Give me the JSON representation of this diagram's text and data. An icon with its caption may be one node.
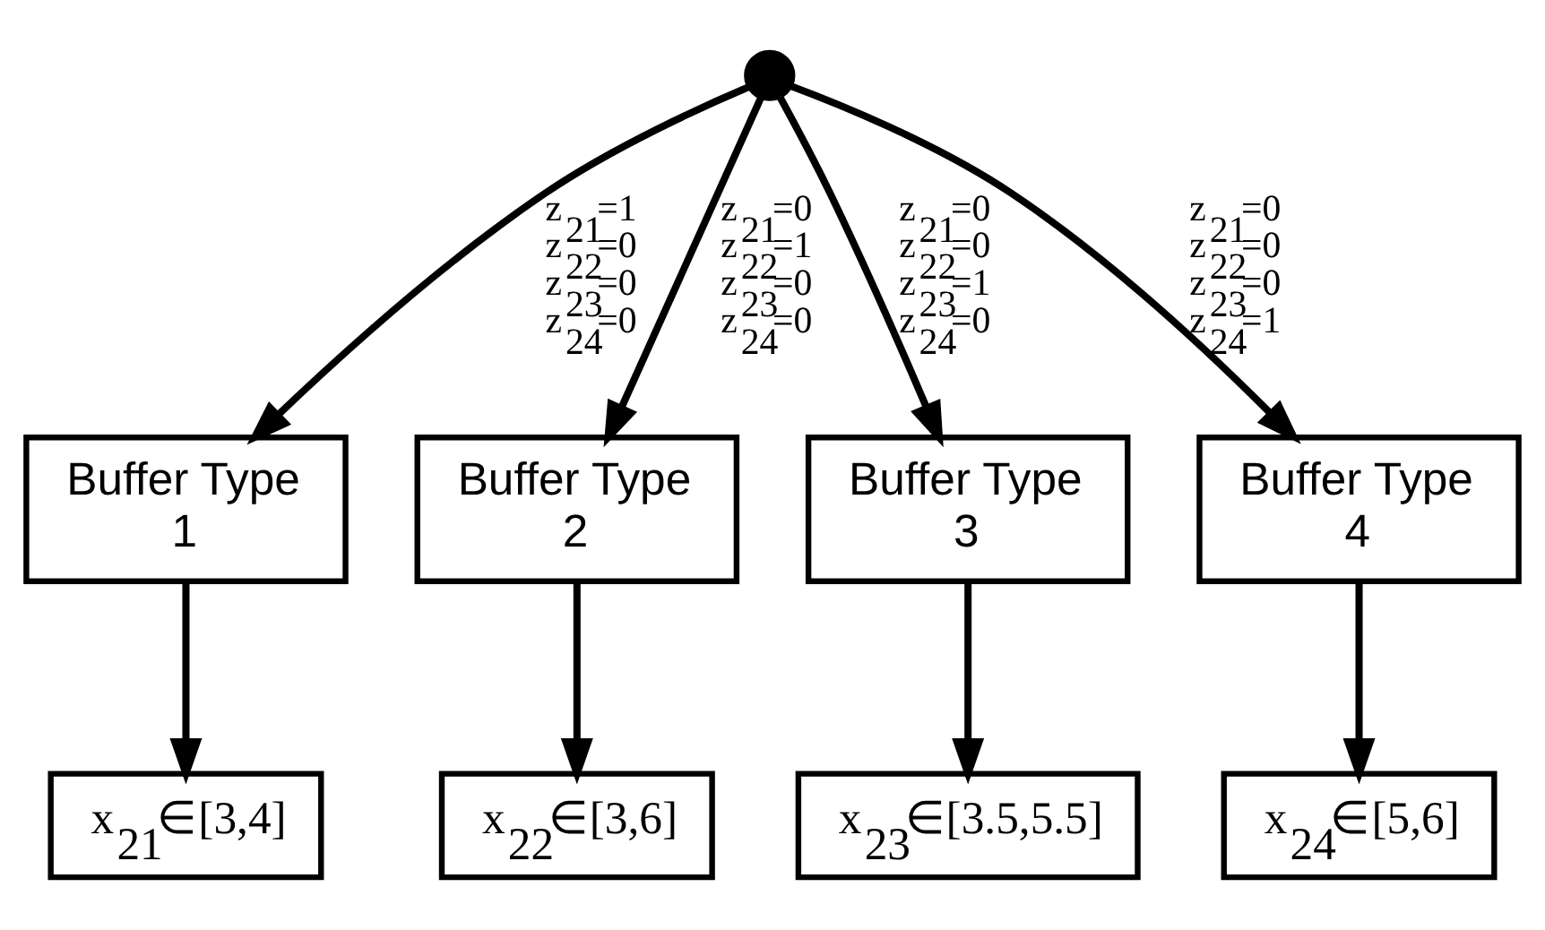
{
  "diagram": {
    "nodes": [
      {
        "text": [],
        "shape": "circle"
      },
      {
        "text": [
          "Buffer Type 1"
        ]
      },
      {
        "text": [
          "Buffer Type 2"
        ]
      },
      {
        "text": [
          "Buffer Type 3"
        ]
      },
      {
        "text": [
          "Buffer Type 4"
        ]
      },
      {
        "text": [
          "x$_{21}$∈[3,4]"
        ]
      },
      {
        "text": [
          "x$_{22}$∈[3,6]"
        ]
      },
      {
        "text": [
          "x$_{23}$∈[3.5,5.5]"
        ]
      },
      {
        "text": [
          "x$_{24}$∈[5,6]"
        ]
      }
    ],
    "edges": [
      {
        "from": 0,
        "to": 1,
        "arrow": "to",
        "label": "z$_{21}$=1 z$_{22}$=0 z$_{23}$=0 z$_{24}$=0"
      },
      {
        "from": 0,
        "to": 2,
        "arrow": "to",
        "label": "z$_{21}$=0 z$_{22}$=1 z$_{23}$=0 z$_{24}$=0"
      },
      {
        "from": 0,
        "to": 3,
        "arrow": "to",
        "label": "z$_{21}$=0 z$_{22}$=0 z$_{23}$=1 z$_{24}$=0"
      },
      {
        "from": 0,
        "to": 4,
        "arrow": "to",
        "label": "z$_{21}$=0 z$_{22}$=0 z$_{23}$=0 z$_{24}$=1"
      },
      {
        "from": 1,
        "to": 5,
        "arrow": "to"
      },
      {
        "from": 2,
        "to": 6,
        "arrow": "to"
      },
      {
        "from": 3,
        "to": 7,
        "arrow": "to"
      },
      {
        "from": 4,
        "to": 8,
        "arrow": "to"
      }
    ]
  }
}
